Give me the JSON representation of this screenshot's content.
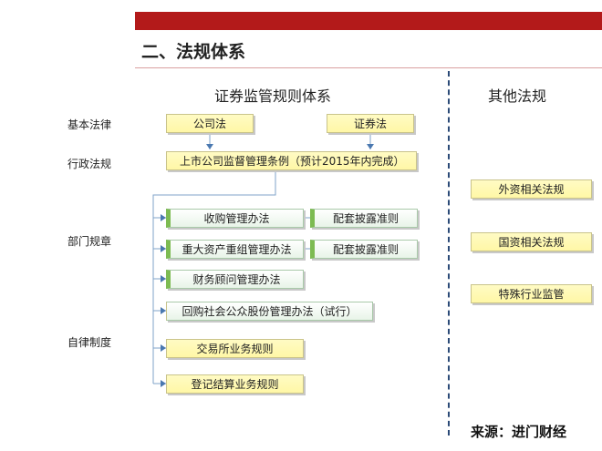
{
  "title": "二、法规体系",
  "columns": {
    "left": "证券监管规则体系",
    "right": "其他法规"
  },
  "row_labels": {
    "basic_law": "基本法律",
    "admin_reg": "行政法规",
    "dept_rules": "部门规章",
    "self_reg": "自律制度"
  },
  "boxes": {
    "company_law": "公司法",
    "securities_law": "证券法",
    "listed_regulation": "上市公司监督管理条例（预计2015年内完成）",
    "acquisition": "收购管理办法",
    "disclosure1": "配套披露准则",
    "major_restructuring": "重大资产重组管理办法",
    "disclosure2": "配套披露准则",
    "financial_advisor": "财务顾问管理办法",
    "buyback": "回购社会公众股份管理办法（试行）",
    "exchange_rules": "交易所业务规则",
    "clearing_rules": "登记结算业务规则"
  },
  "other_boxes": {
    "foreign": "外资相关法规",
    "state_owned": "国资相关法规",
    "special_industry": "特殊行业监管"
  },
  "source": "来源：进门财经",
  "colors": {
    "top_bar": "#b31a1a",
    "box_fill": "#fff7a6",
    "box_accent": "#7dbb52",
    "divider": "#2b4a77"
  }
}
